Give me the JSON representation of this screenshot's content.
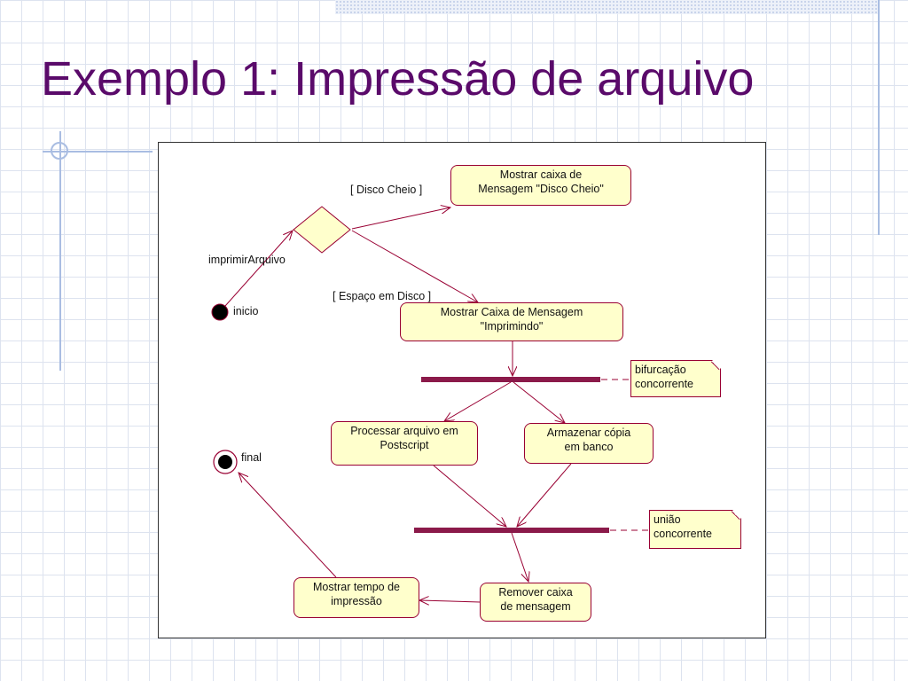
{
  "slide": {
    "title": "Exemplo 1: Impressão de arquivo"
  },
  "colors": {
    "title": "#5a0a6a",
    "node_fill": "#ffffcc",
    "line": "#990033",
    "sync_bar": "#8b1a4a"
  },
  "diagram": {
    "start_label": "inicio",
    "end_label": "final",
    "guards": {
      "disco_cheio": "[ Disco Cheio ]",
      "espaco_em_disco": "[ Espaço em Disco ]"
    },
    "transition_label": "imprimirArquivo",
    "activities": {
      "mostrar_disco_cheio": "Mostrar caixa de\nMensagem \"Disco Cheio\"",
      "mostrar_imprimindo": "Mostrar Caixa de Mensagem\n\"Imprimindo\"",
      "processar_postscript": "Processar arquivo em\nPostscript",
      "armazenar_copia": "Armazenar cópia\nem banco",
      "remover_caixa": "Remover caixa\nde mensagem",
      "mostrar_tempo": "Mostrar tempo de\nimpressão"
    },
    "notes": {
      "bifurcacao": "bifurcação\nconcorrente",
      "uniao": "união\nconcorrente"
    }
  }
}
